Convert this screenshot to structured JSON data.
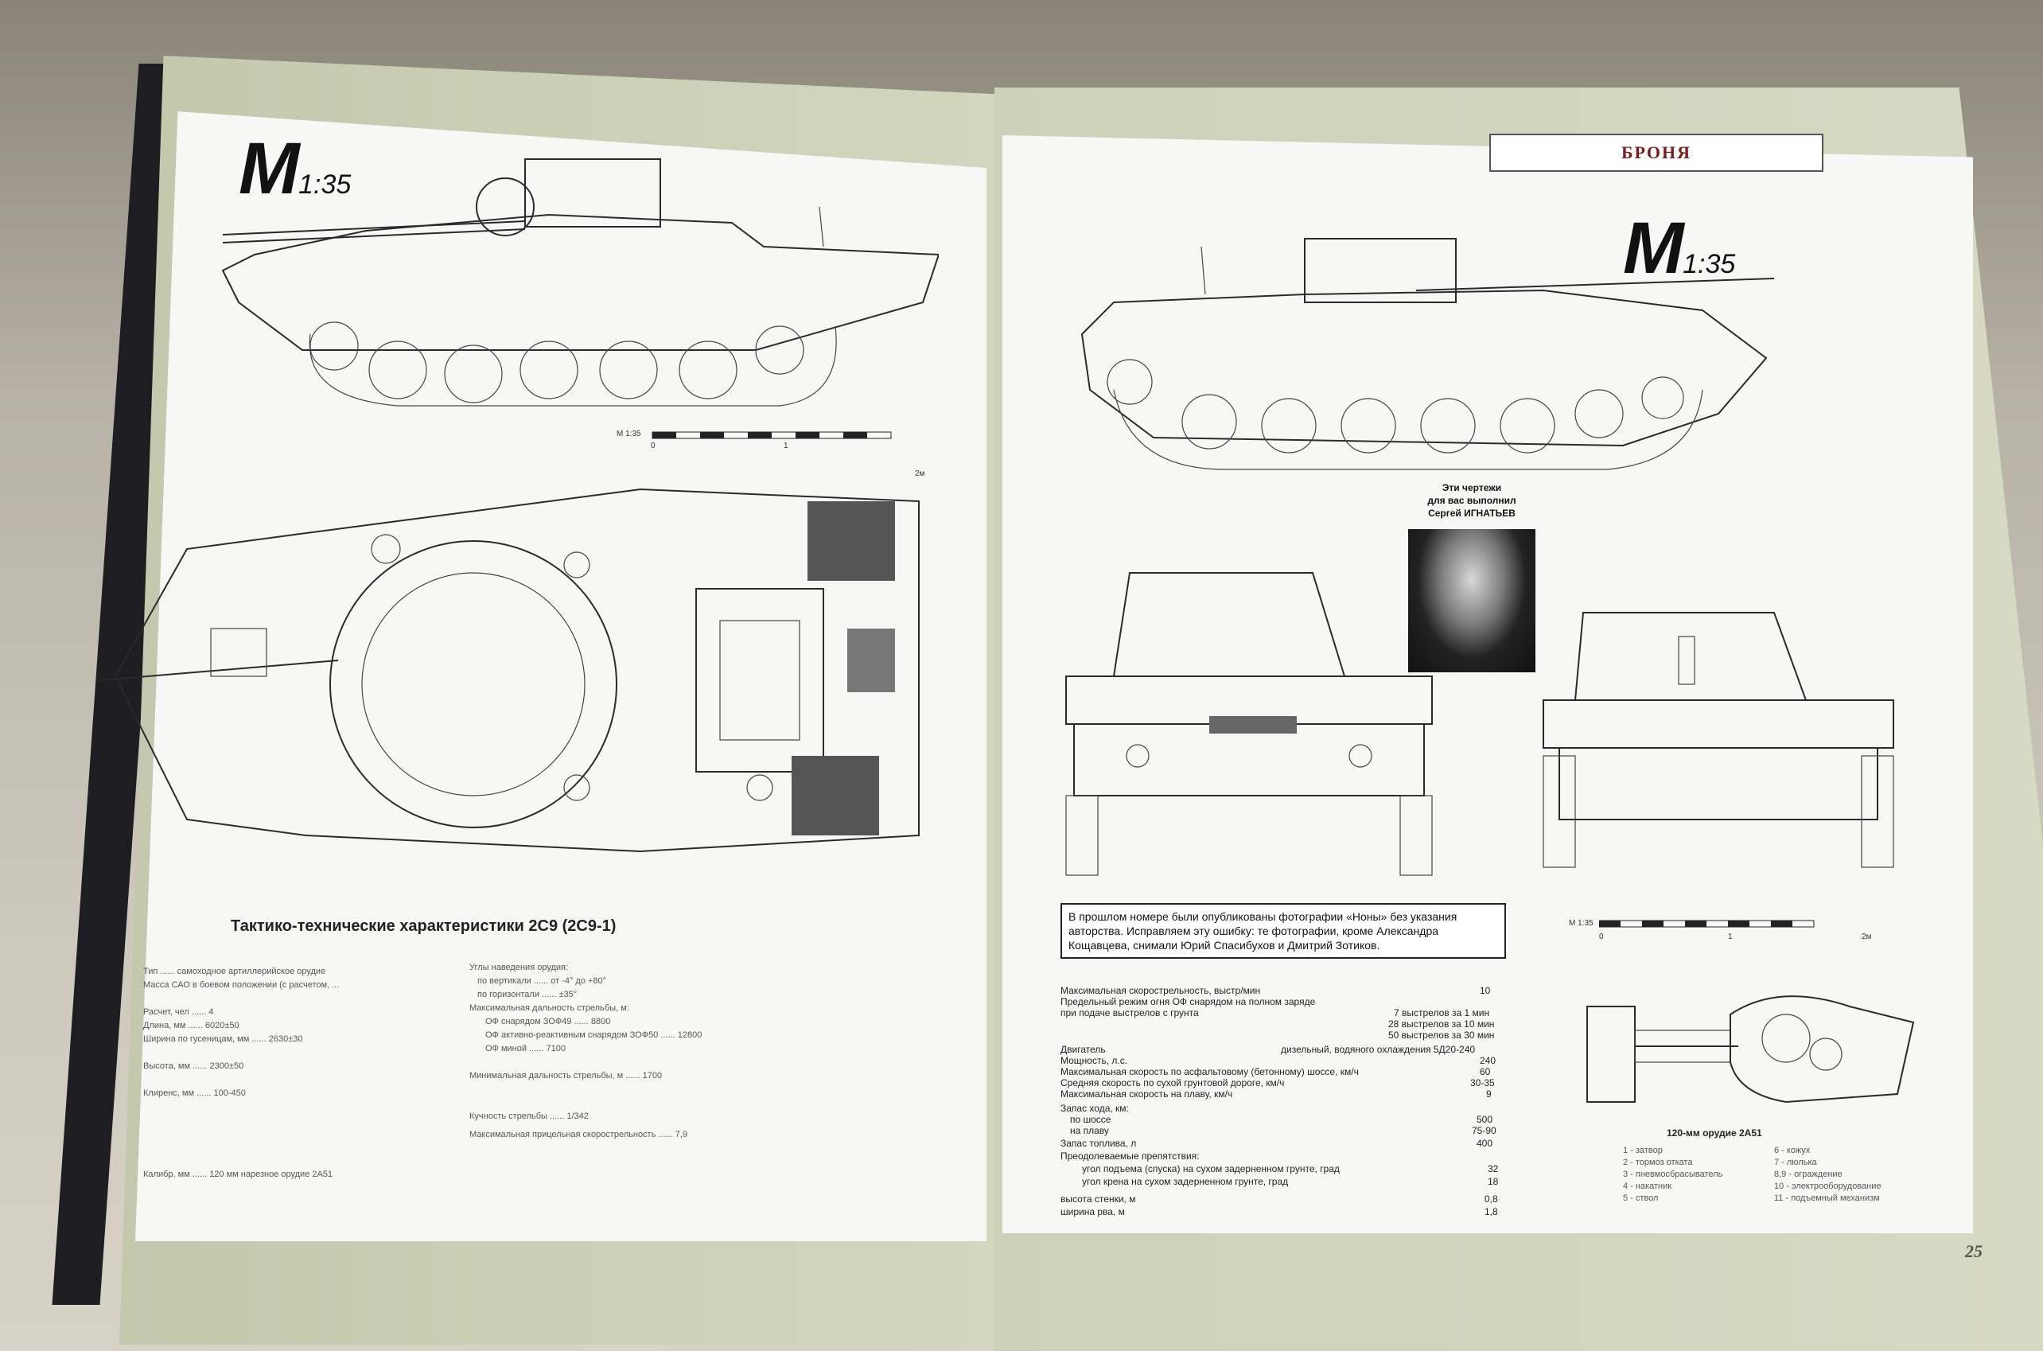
{
  "magazine": {
    "section_tag": "БРОНЯ",
    "page_number": "25"
  },
  "logos": {
    "left_mark": "M",
    "left_scale": "1:35",
    "right_mark": "M",
    "right_scale": "1:35"
  },
  "scale_bars": {
    "left": {
      "label": "М 1:35",
      "ticks": [
        "0",
        "1",
        "2м"
      ]
    },
    "right": {
      "label": "М 1:35",
      "ticks": [
        "0",
        "1",
        "2м"
      ]
    }
  },
  "author": {
    "caption_line1": "Эти чертежи",
    "caption_line2": "для вас выполнил",
    "caption_line3": "Сергей ИГНАТЬЕВ"
  },
  "notice": {
    "text": "В прошлом номере были опубликованы фотографии «Ноны» без указания авторства. Исправляем эту ошибку: те фотографии, кроме Александра Кощавцева, снимали Юрий Спасибухов и Дмитрий Зотиков."
  },
  "specs": {
    "title": "Тактико-технические характеристики 2С9 (2С9-1)",
    "left_column": [
      "Тип ...... самоходное артиллерийское орудие",
      "Масса САО в боевом положении (с расчетом, ...",
      "Расчет, чел ...... 4",
      "Длина, мм ...... 6020±50",
      "Ширина по гусеницам, мм ...... 2630±30",
      "Высота, мм ...... 2300±50",
      "Клиренс, мм ...... 100-450",
      "Калибр, мм ...... 120 мм нарезное орудие 2А51"
    ],
    "middle_column": [
      "Углы наведения орудия:",
      "по вертикали ...... от -4° до +80°",
      "по горизонтали ...... ±35°",
      "Максимальная дальность стрельбы, м:",
      "ОФ снарядом ЗОФ49 ...... 8800",
      "ОФ активно-реактивным снарядом ЗОФ50 ...... 12800",
      "ОФ миной ...... 7100",
      "Минимальная дальность стрельбы, м ...... 1700",
      "Кучность стрельбы ...... 1/342",
      "Максимальная прицельная скорострельность ...... 7,9"
    ],
    "right_column": [
      {
        "label": "Максимальная скорострельность, выстр/мин",
        "value": "10"
      },
      {
        "label": "Предельный режим огня ОФ снарядом на полном заряде",
        "value": ""
      },
      {
        "label": "при подаче выстрелов с грунта",
        "value": "7 выстрелов за 1 мин"
      },
      {
        "label": "",
        "value": "28 выстрелов за 10 мин"
      },
      {
        "label": "",
        "value": "50 выстрелов за 30 мин"
      },
      {
        "label": "Двигатель",
        "value": "дизельный, водяного охлаждения 5Д20-240"
      },
      {
        "label": "Мощность, л.с.",
        "value": "240"
      },
      {
        "label": "Максимальная скорость по асфальтовому (бетонному) шоссе, км/ч",
        "value": "60"
      },
      {
        "label": "Средняя скорость по сухой грунтовой дороге, км/ч",
        "value": "30-35"
      },
      {
        "label": "Максимальная скорость на плаву, км/ч",
        "value": "9"
      },
      {
        "label": "Запас хода, км:",
        "value": ""
      },
      {
        "label": "по шоссе",
        "value": "500"
      },
      {
        "label": "на плаву",
        "value": "75-90"
      },
      {
        "label": "Запас топлива, л",
        "value": "400"
      },
      {
        "label": "Преодолеваемые препятствия:",
        "value": ""
      },
      {
        "label": "угол подъема (спуска) на сухом задерненном грунте, град",
        "value": "32"
      },
      {
        "label": "угол крена на сухом задерненном грунте, град",
        "value": "18"
      },
      {
        "label": "высота стенки, м",
        "value": "0,8"
      },
      {
        "label": "ширина рва, м",
        "value": "1,8"
      }
    ]
  },
  "gun_diagram": {
    "caption": "120-мм орудие 2А51",
    "legend_left": [
      "1 - затвор",
      "2 - тормоз отката",
      "3 - пневмоcбрасыватель",
      "4 - накатник",
      "5 - ствол"
    ],
    "legend_right": [
      "6 - кожух",
      "7 - люлька",
      "8,9 - ограждение",
      "10 - электрооборудование",
      "11 - подъемный механизм"
    ]
  }
}
